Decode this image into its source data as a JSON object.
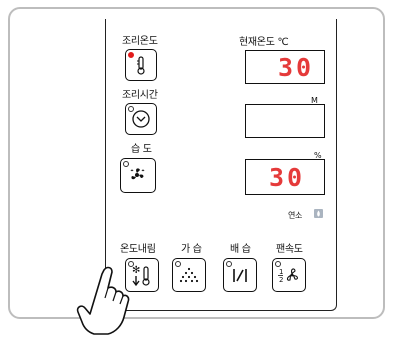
{
  "panel": {
    "cook_temp_label": "조리온도",
    "cook_time_label": "조리시간",
    "humidity_label": "습 도",
    "current_temp_label": "현재온도 ℃",
    "current_temp_value": "30",
    "time_unit": "M",
    "humidity_unit": "%",
    "humidity_value": "30",
    "combustion_label": "연소"
  },
  "bottom_buttons": [
    {
      "label": "온도내림",
      "icon": "temp-down-icon"
    },
    {
      "label": "가 습",
      "icon": "humidify-icon"
    },
    {
      "label": "배 습",
      "icon": "dehumidify-icon"
    },
    {
      "label": "팬속도",
      "icon": "fan-speed-icon"
    }
  ],
  "colors": {
    "display_digits": "#e53a3a",
    "indicator_on": "#e21b1b",
    "frame": "#bdbdbd"
  }
}
